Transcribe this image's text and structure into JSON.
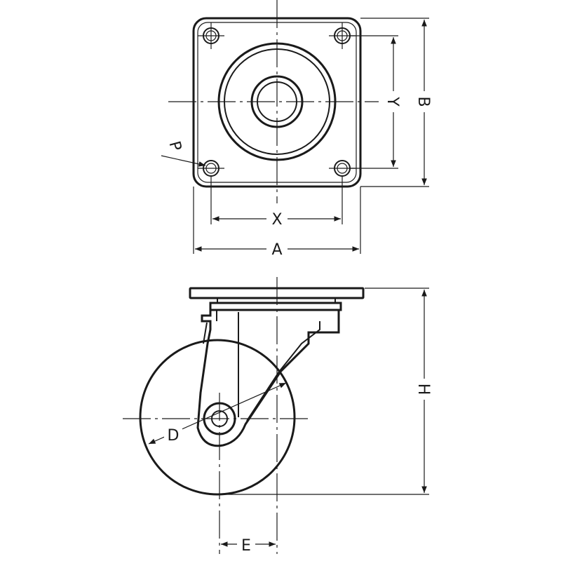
{
  "labels": {
    "A": "A",
    "B": "B",
    "X": "X",
    "Y": "Y",
    "P": "P",
    "H": "H",
    "D": "D",
    "E": "E"
  },
  "colors": {
    "line": "#1a1a1a",
    "background": "#ffffff"
  }
}
